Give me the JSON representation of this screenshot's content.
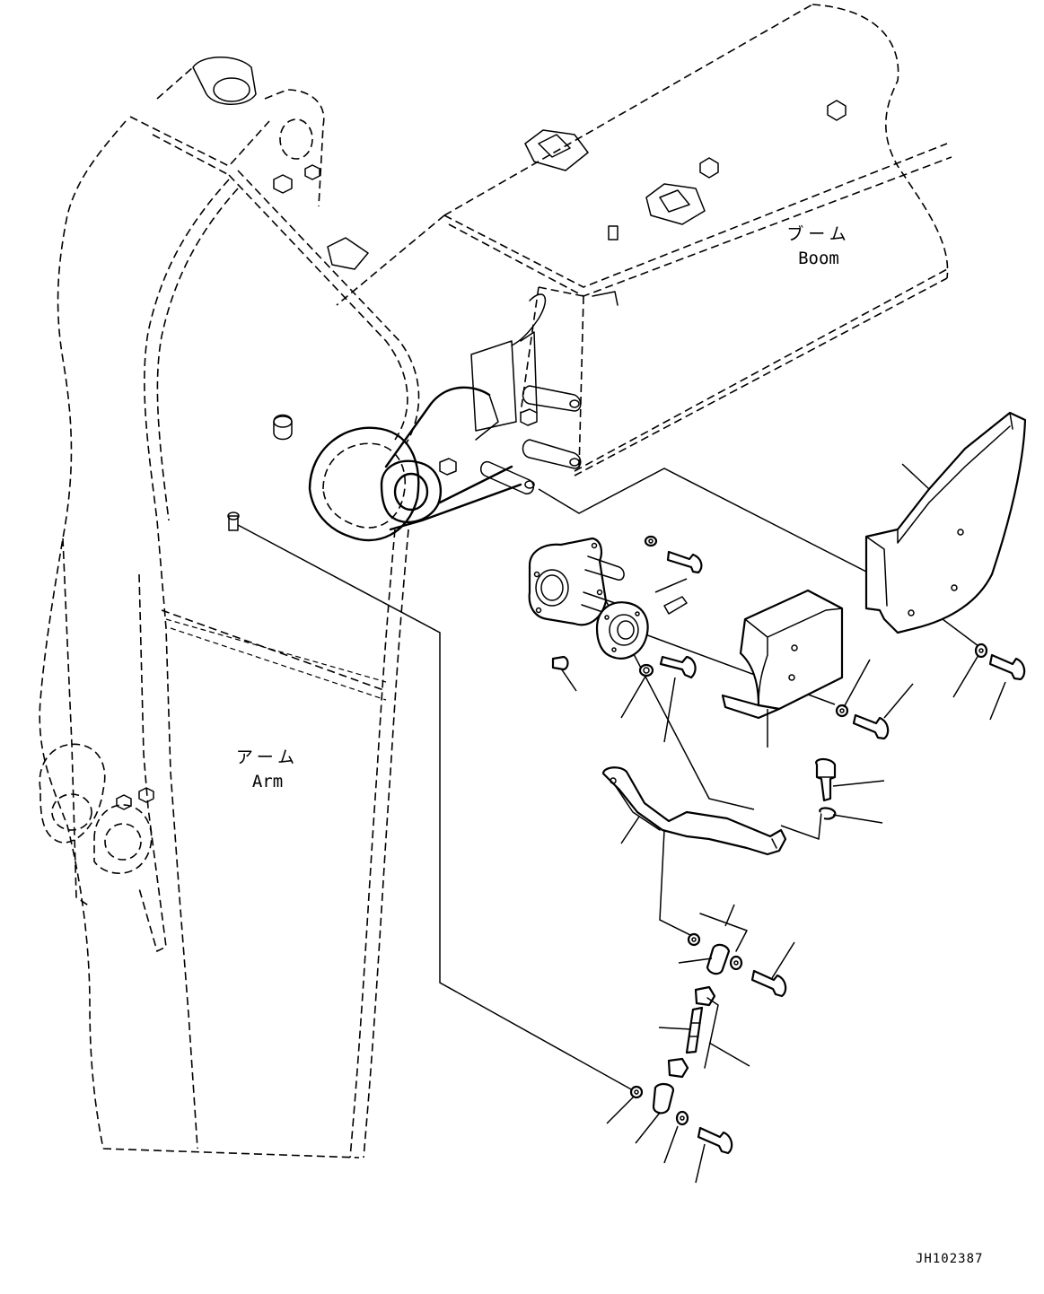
{
  "labels": {
    "boom_jp": "ブーム",
    "boom_en": "Boom",
    "arm_jp": "アーム",
    "arm_en": "Arm"
  },
  "drawing_number": "JH102387"
}
